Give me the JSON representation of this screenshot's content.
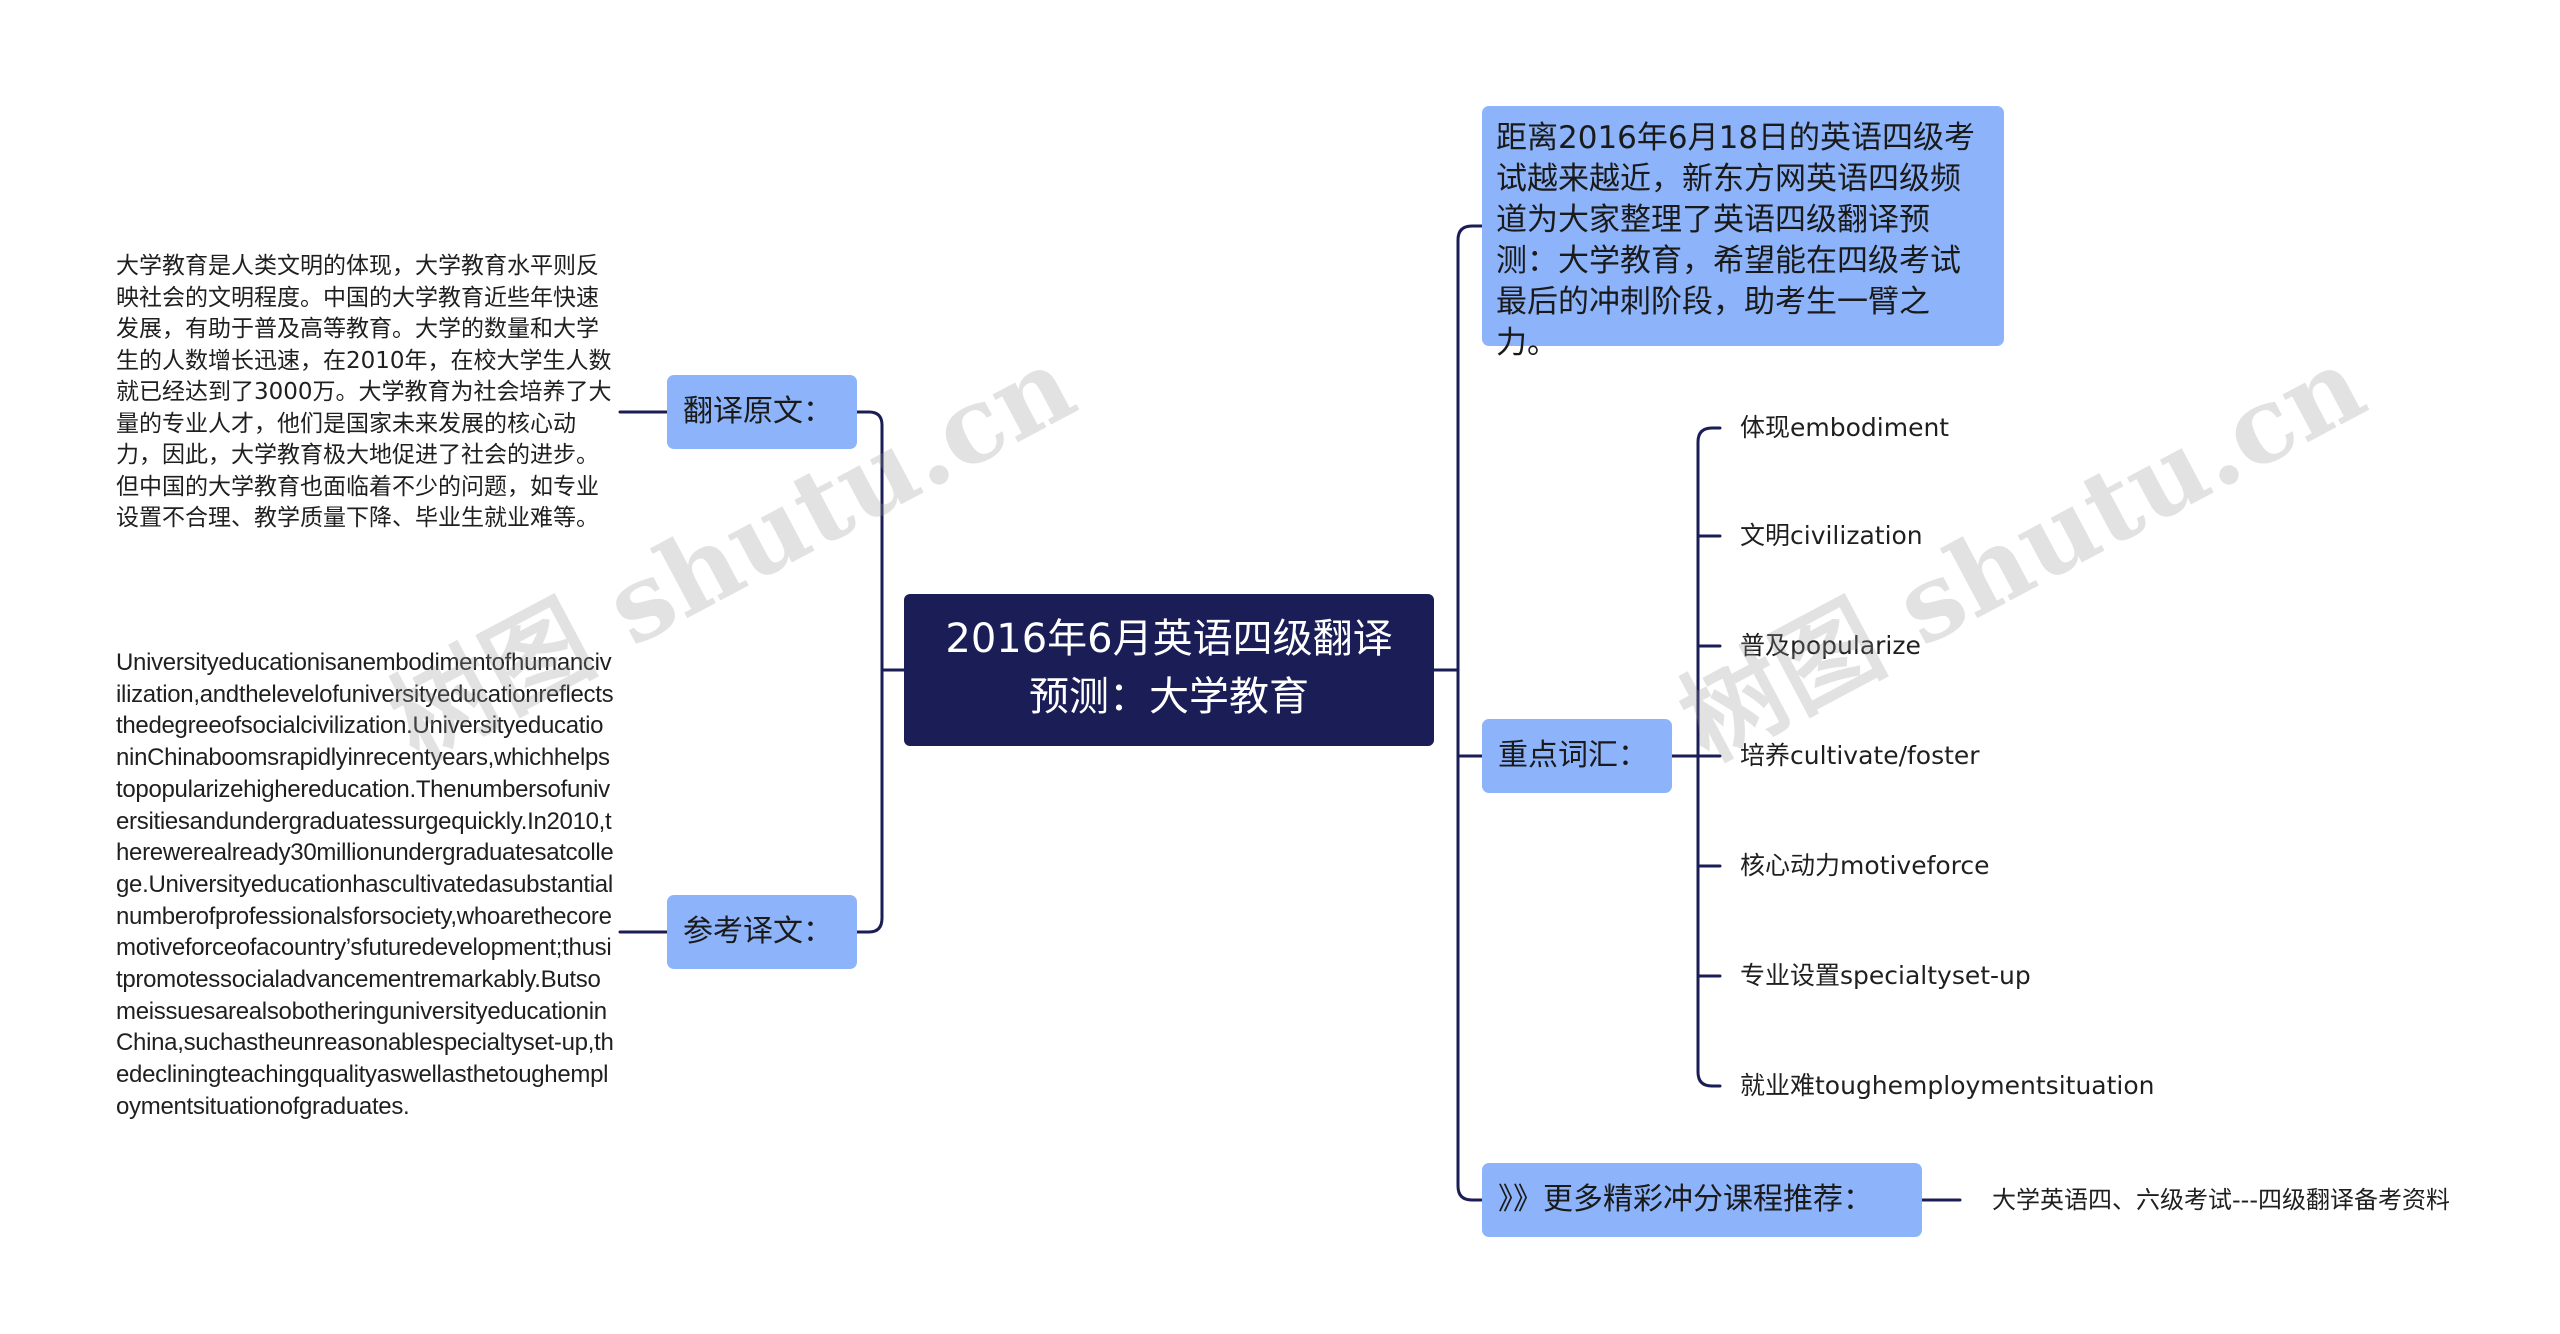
{
  "root": {
    "line1": "2016年6月英语四级翻译",
    "line2": "预测：大学教育"
  },
  "intro": "距离2016年6月18日的英语四级考试越来越近，新东方网英语四级频道为大家整理了英语四级翻译预测：大学教育，希望能在四级考试最后的冲刺阶段，助考生一臂之力。",
  "original": {
    "label": "翻译原文：",
    "text": "大学教育是人类文明的体现，大学教育水平则反映社会的文明程度。中国的大学教育近些年快速发展，有助于普及高等教育。大学的数量和大学生的人数增长迅速，在2010年，在校大学生人数就已经达到了3000万。大学教育为社会培养了大量的专业人才，他们是国家未来发展的核心动力，因此，大学教育极大地促进了社会的进步。但中国的大学教育也面临着不少的问题，如专业设置不合理、教学质量下降、毕业生就业难等。"
  },
  "reference": {
    "label": "参考译文：",
    "text": "Universityeducationisanembodimentofhumancivilization,andthelevelofuniversityeducationreflectsthedegreeofsocialcivilization.UniversityeducationinChinaboomsrapidlyinrecentyears,whichhelpstopopularizehighereducation.Thenumbersofuniversitiesandundergraduatessurgequickly.In2010,therewerealready30millionundergraduatesatcollege.Universityeducationhascultivatedasubstantialnumberofprofessionalsforsociety,whoarethecoremotiveforceofacountry’sfuturedevelopment;thusitpromotessocialadvancementremarkably.ButsomeissuesarealsobotheringuniversityeducationinChina,suchastheunreasonablespecialtyset-up,thedecliningteachingqualityaswellasthetoughemploymentsituationofgraduates."
  },
  "vocab": {
    "label": "重点词汇：",
    "items": [
      "体现embodiment",
      "文明civilization",
      "普及popularize",
      "培养cultivate/foster",
      "核心动力motiveforce",
      "专业设置specialtyset-up",
      "就业难toughemploymentsituation"
    ]
  },
  "more": {
    "label": "》》更多精彩冲分课程推荐：",
    "item": "大学英语四、六级考试---四级翻译备考资料"
  },
  "watermarks": [
    "树图 shutu.cn",
    "树图 shutu.cn"
  ],
  "colors": {
    "root_bg": "#1b1d56",
    "node_bg": "#8db4fb",
    "line": "#1b1d56"
  }
}
